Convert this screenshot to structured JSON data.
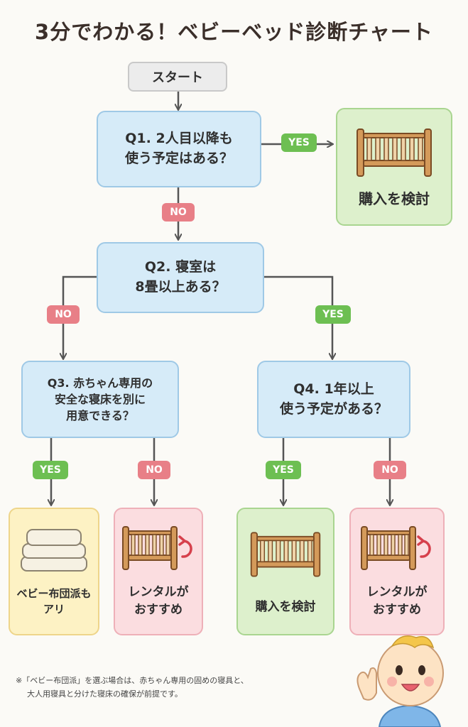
{
  "title": "3分でわかる！ベビーベッド診断チャート",
  "start": "スタート",
  "q1": {
    "line1": "Q1. 2人目以降も",
    "line2": "使う予定はある？"
  },
  "q2": {
    "line1": "Q2. 寝室は",
    "line2": "8畳以上ある？"
  },
  "q3": {
    "line1": "Q3. 赤ちゃん専用の",
    "line2": "安全な寝床を別に",
    "line3": "用意できる？"
  },
  "q4": {
    "line1": "Q4. 1年以上",
    "line2": "使う予定がある？"
  },
  "labels": {
    "yes": "YES",
    "no": "NO"
  },
  "results": {
    "buy": "購入を検討",
    "futon_line1": "ベビー布団派も",
    "futon_line2": "アリ",
    "rental_line1": "レンタルが",
    "rental_line2": "おすすめ"
  },
  "note": {
    "line1": "※「ベビー布団派」を選ぶ場合は、赤ちゃん専用の固めの寝具と、",
    "line2": "大人用寝具と分けた寝床の確保が前提です。"
  },
  "icons": [
    "crib-icon",
    "futon-icon",
    "return-arrow-icon",
    "baby-waving-icon"
  ],
  "colors": {
    "question_fill": "#d6ebf8",
    "buy_fill": "#ddf0cc",
    "rental_fill": "#fbdde0",
    "futon_fill": "#fdf2c4",
    "yes": "#6dbf52",
    "no": "#e87f87"
  }
}
